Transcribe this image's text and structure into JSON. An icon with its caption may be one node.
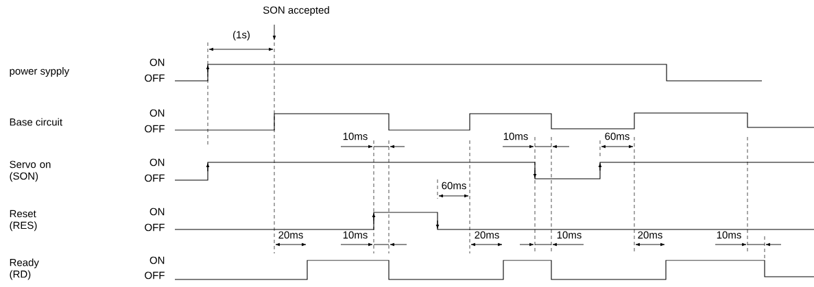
{
  "diagram": {
    "labels": [
      "SON accepted",
      "(1s)",
      "power sypply",
      "ON",
      "OFF",
      "Base circuit",
      "ON",
      "OFF",
      "10ms",
      "10ms",
      "60ms",
      "Servo on (SON)",
      "ON",
      "OFF",
      "60ms",
      "Reset (RES)",
      "ON",
      "OFF",
      "20ms",
      "10ms",
      "20ms",
      "10ms",
      "20ms",
      "10ms",
      "Ready (RD)",
      "ON",
      "OFF"
    ]
  }
}
